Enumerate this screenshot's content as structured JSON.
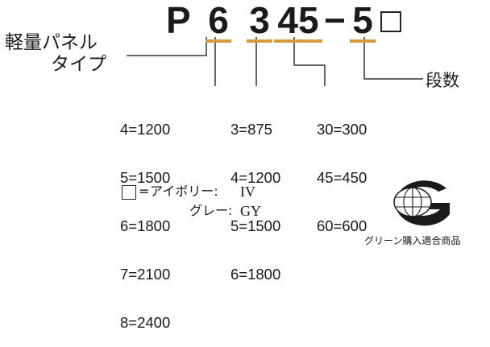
{
  "code": {
    "c1": "P",
    "c2": "6",
    "c3": "3",
    "c4": "45",
    "dash": "−",
    "c5": "5"
  },
  "product_label": {
    "line1": "軽量パネル",
    "line2": "タイプ"
  },
  "step_label": "段数",
  "lists": {
    "width": [
      "4=1200",
      "5=1500",
      "6=1800",
      "7=2100",
      "8=2400"
    ],
    "depth": [
      "3=875",
      "4=1200",
      "5=1500",
      "6=1800"
    ],
    "height": [
      "30=300",
      "45=450",
      "60=600"
    ]
  },
  "color_legend": {
    "eq": "=",
    "ivory_label": "アイボリー:",
    "ivory_code": "IV",
    "gray_label": "グレー:",
    "gray_code": "GY"
  },
  "green_mark": {
    "letter": "G",
    "caption": "グリーン購入適合商品"
  },
  "colors": {
    "underline_accent": "#d49a40",
    "text": "#1a1a1a"
  }
}
